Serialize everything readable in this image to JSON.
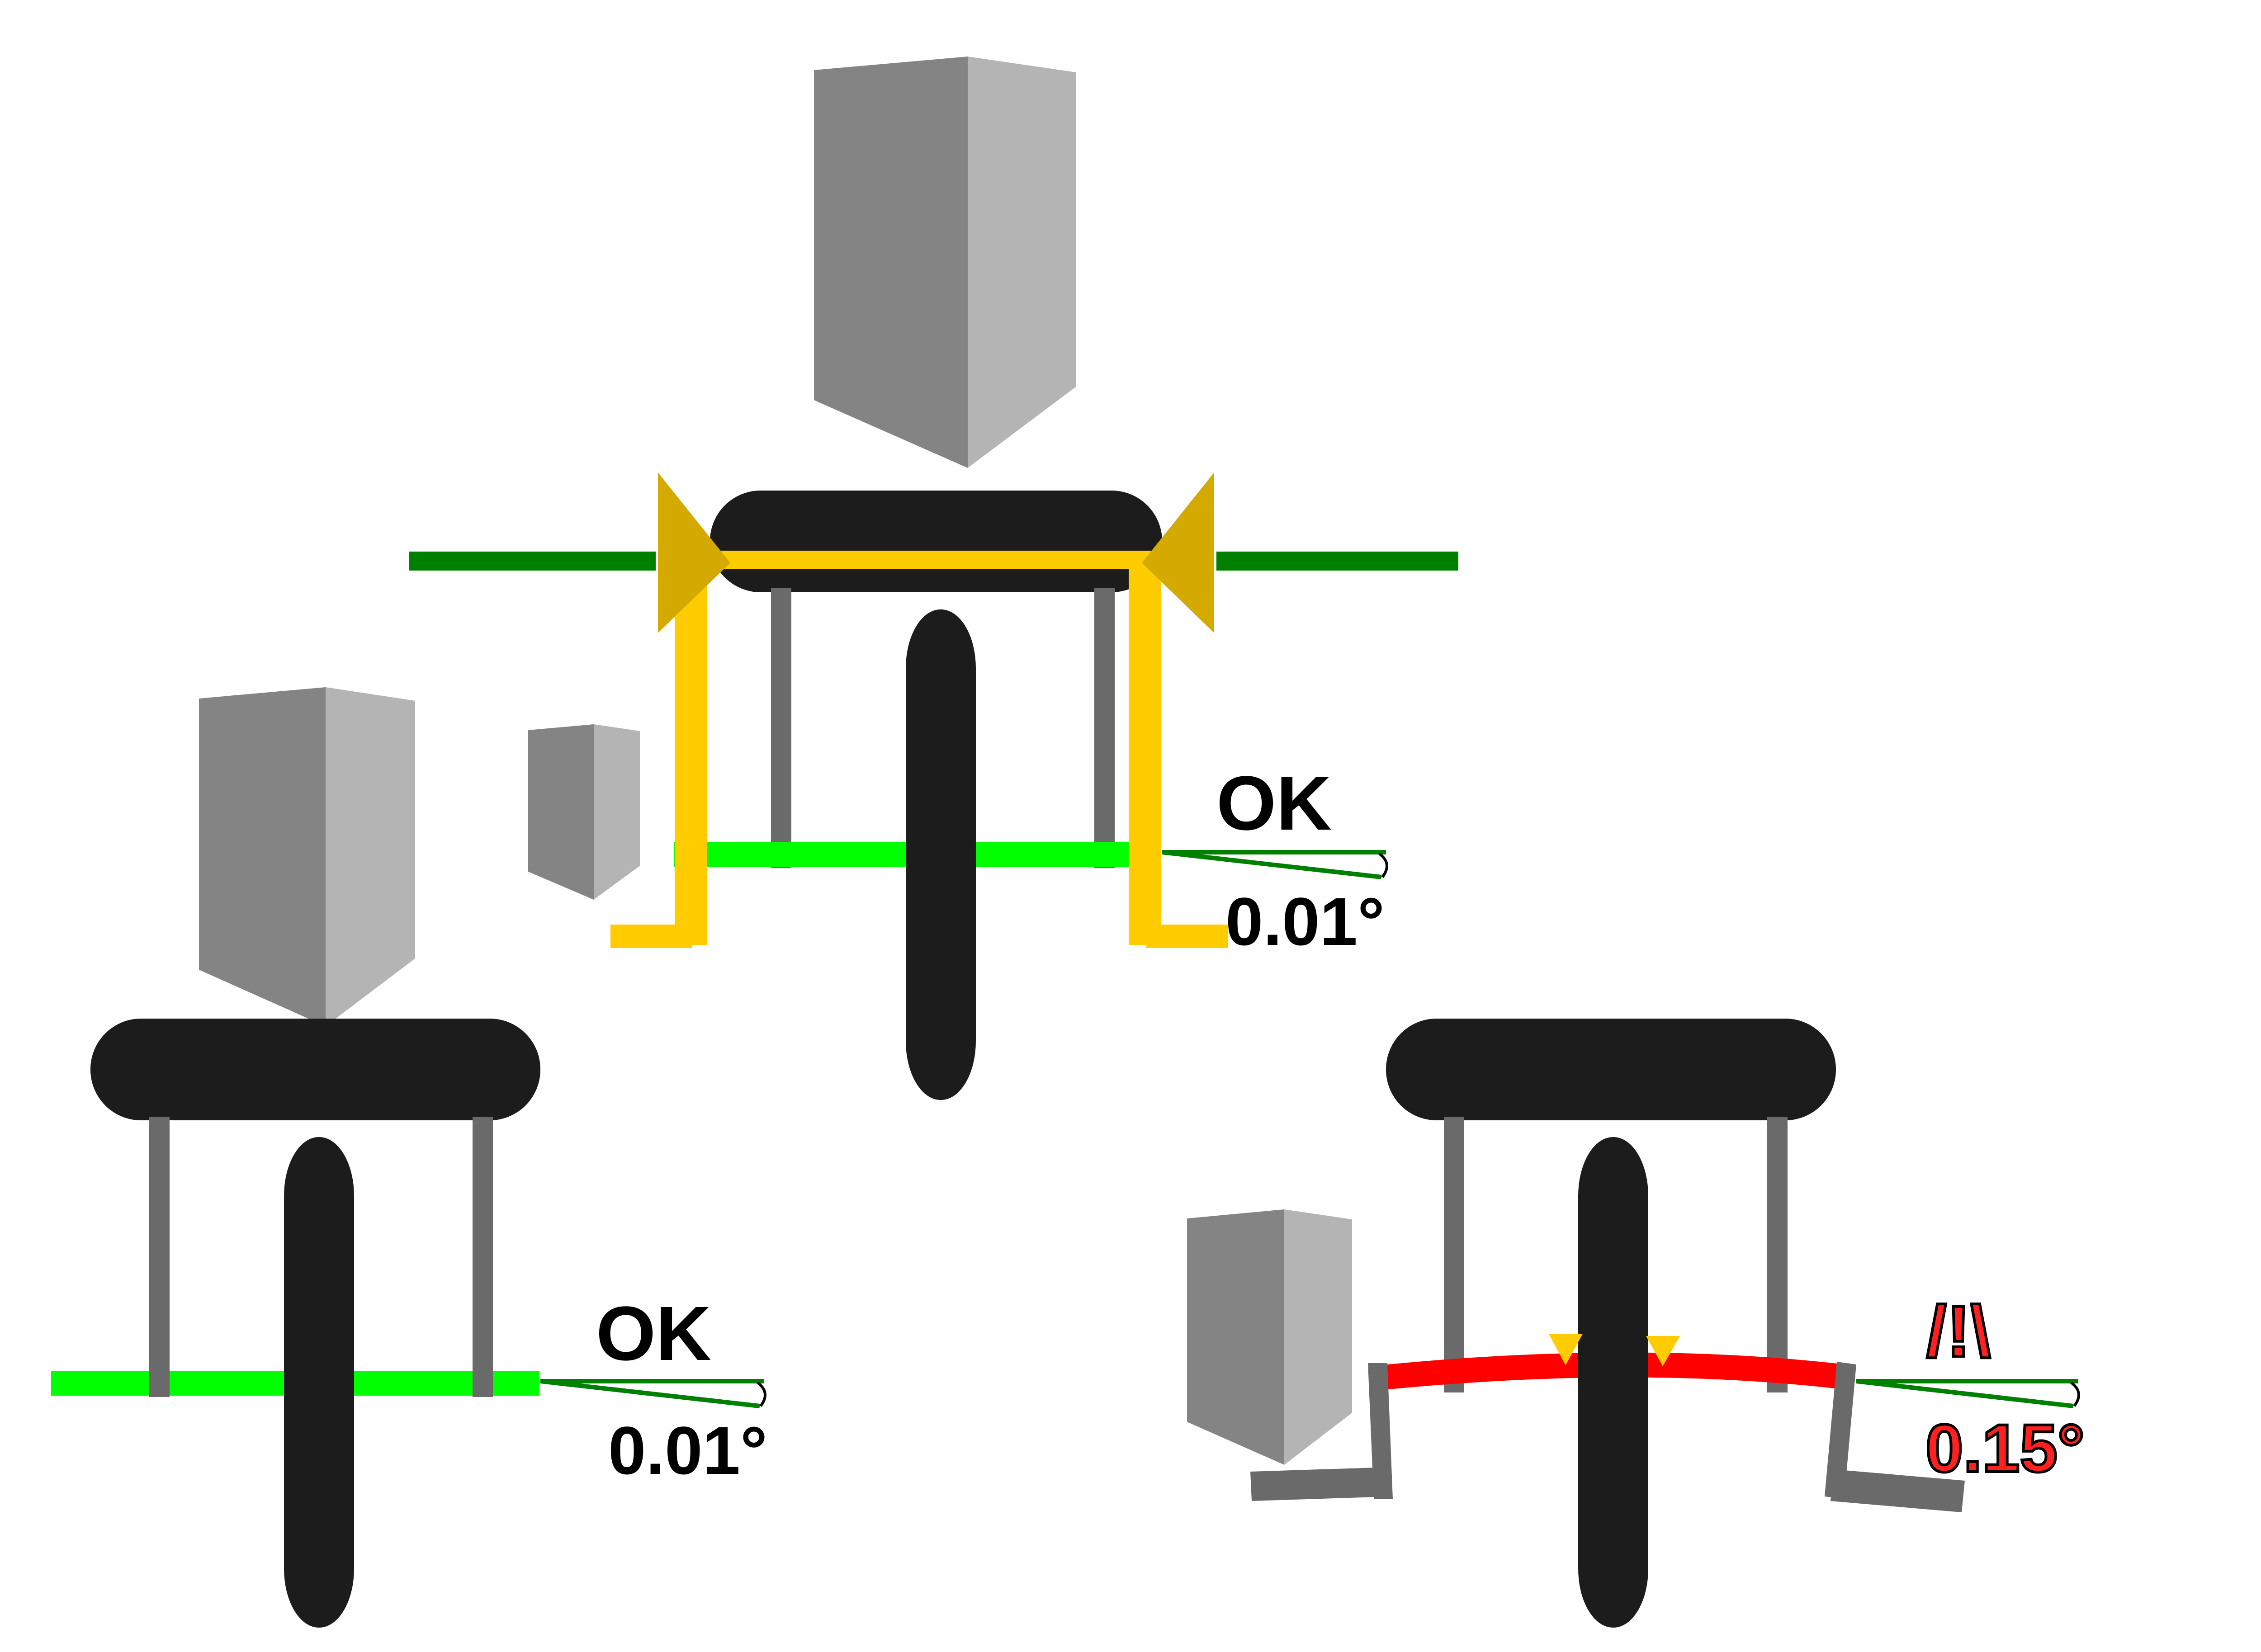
{
  "colors": {
    "background": "#ffffff",
    "tyre": "#1c1c1c",
    "leg": "#6a6a6a",
    "block_dark": "#848484",
    "block_light": "#b4b4b4",
    "level_ok": "#00ff00",
    "axis_line": "#008000",
    "guide_yellow": "#ffcc00",
    "clamp_gold": "#d4aa00",
    "level_bad": "#ff0000",
    "marker_yellow": "#ffcc00",
    "text_ok": "#000000",
    "text_bad": "#ff2020"
  },
  "panels": {
    "top": {
      "status": "OK",
      "angle": "0.01°",
      "state": "ok"
    },
    "left": {
      "status": "OK",
      "angle": "0.01°",
      "state": "ok"
    },
    "right": {
      "status": "/!\\",
      "angle": "0.15°",
      "state": "warning"
    }
  }
}
